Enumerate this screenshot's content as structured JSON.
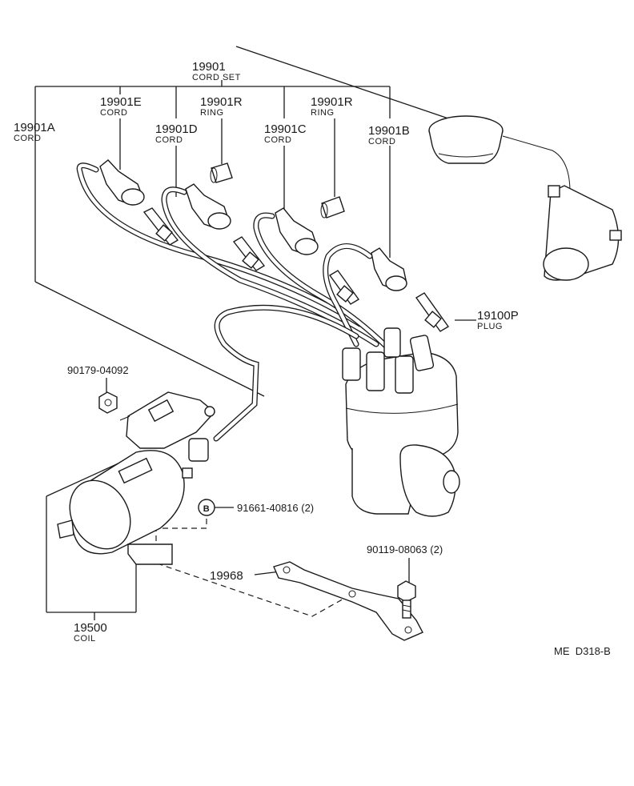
{
  "labels": {
    "cord_set": {
      "num": "19901",
      "name": "CORD SET"
    },
    "cord_e": {
      "num": "19901E",
      "name": "CORD"
    },
    "ring_1": {
      "num": "19901R",
      "name": "RING"
    },
    "ring_2": {
      "num": "19901R",
      "name": "RING"
    },
    "cord_a": {
      "num": "19901A",
      "name": "CORD"
    },
    "cord_d": {
      "num": "19901D",
      "name": "CORD"
    },
    "cord_c": {
      "num": "19901C",
      "name": "CORD"
    },
    "cord_b": {
      "num": "19901B",
      "name": "CORD"
    },
    "plug": {
      "num": "19100P",
      "name": "PLUG"
    },
    "nut": {
      "num": "90179-04092"
    },
    "screw": {
      "num": "91661-40816 (2)",
      "marker": "B"
    },
    "bracket": {
      "num": "19968"
    },
    "bolt": {
      "num": "90119-08063 (2)"
    },
    "coil": {
      "num": "19500",
      "name": "COIL"
    }
  },
  "diagram_code": "ME  D318-B",
  "colors": {
    "ink": "#1a1a1a",
    "paper": "#ffffff"
  }
}
